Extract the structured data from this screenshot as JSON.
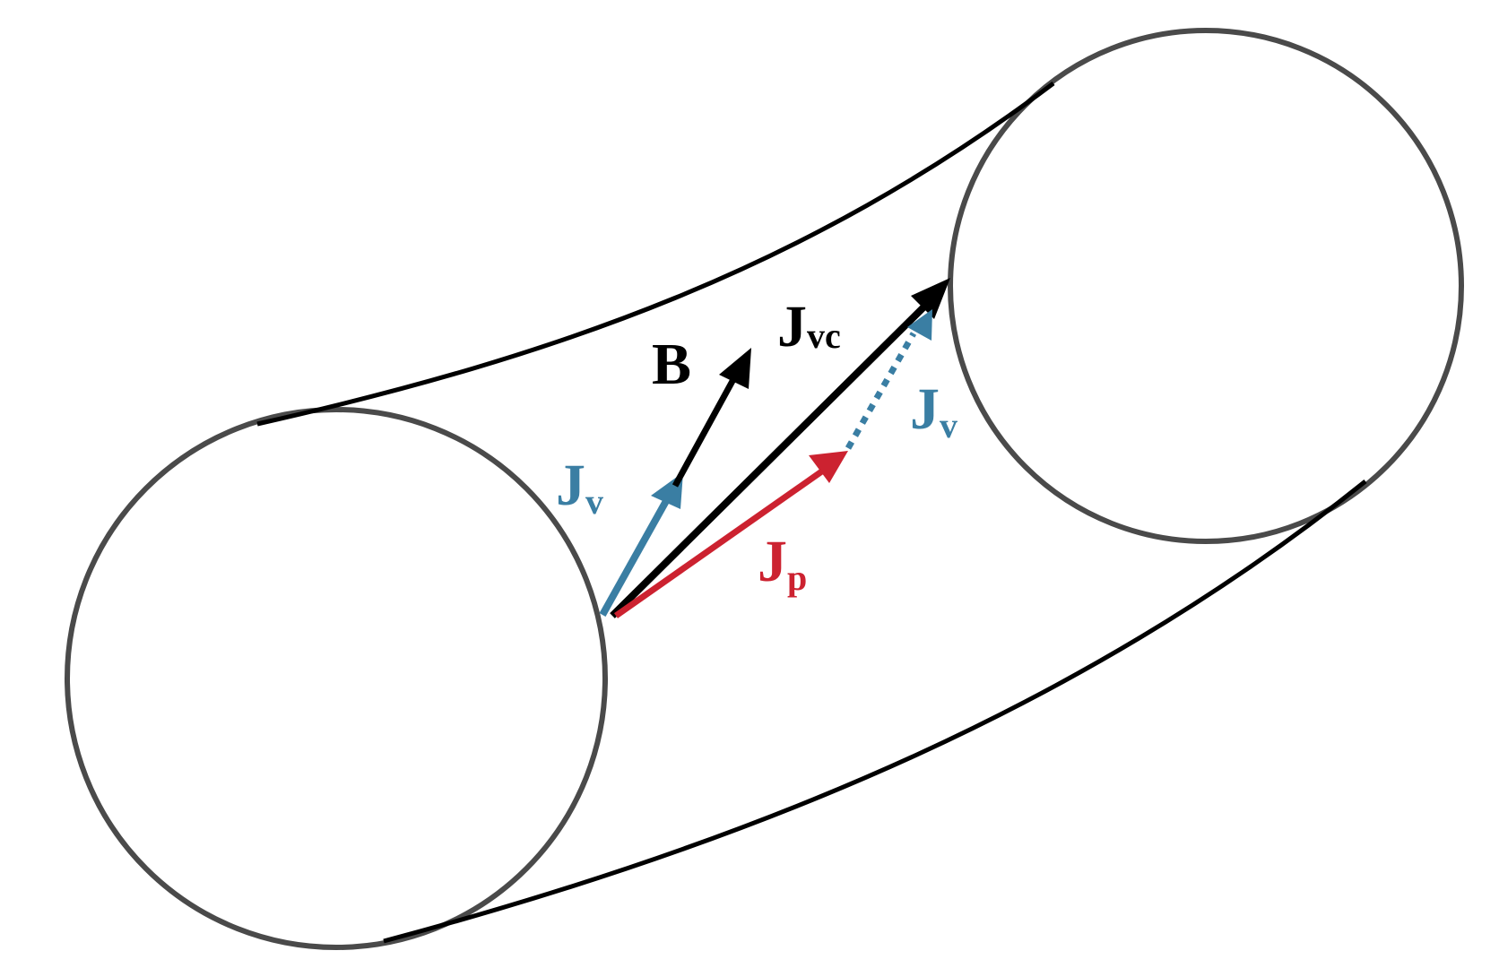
{
  "colors": {
    "outline": "#4a4a4a",
    "edge": "#000000",
    "jv": "#3a7ea3",
    "jp": "#cc2230",
    "jvc": "#000000",
    "b": "#000000"
  },
  "labels": {
    "b": {
      "main": "B",
      "sub": ""
    },
    "jvc": {
      "main": "J",
      "sub": "vc"
    },
    "jv_left": {
      "main": "J",
      "sub": "v"
    },
    "jv_right": {
      "main": "J",
      "sub": "v"
    },
    "jp": {
      "main": "J",
      "sub": "p"
    }
  }
}
